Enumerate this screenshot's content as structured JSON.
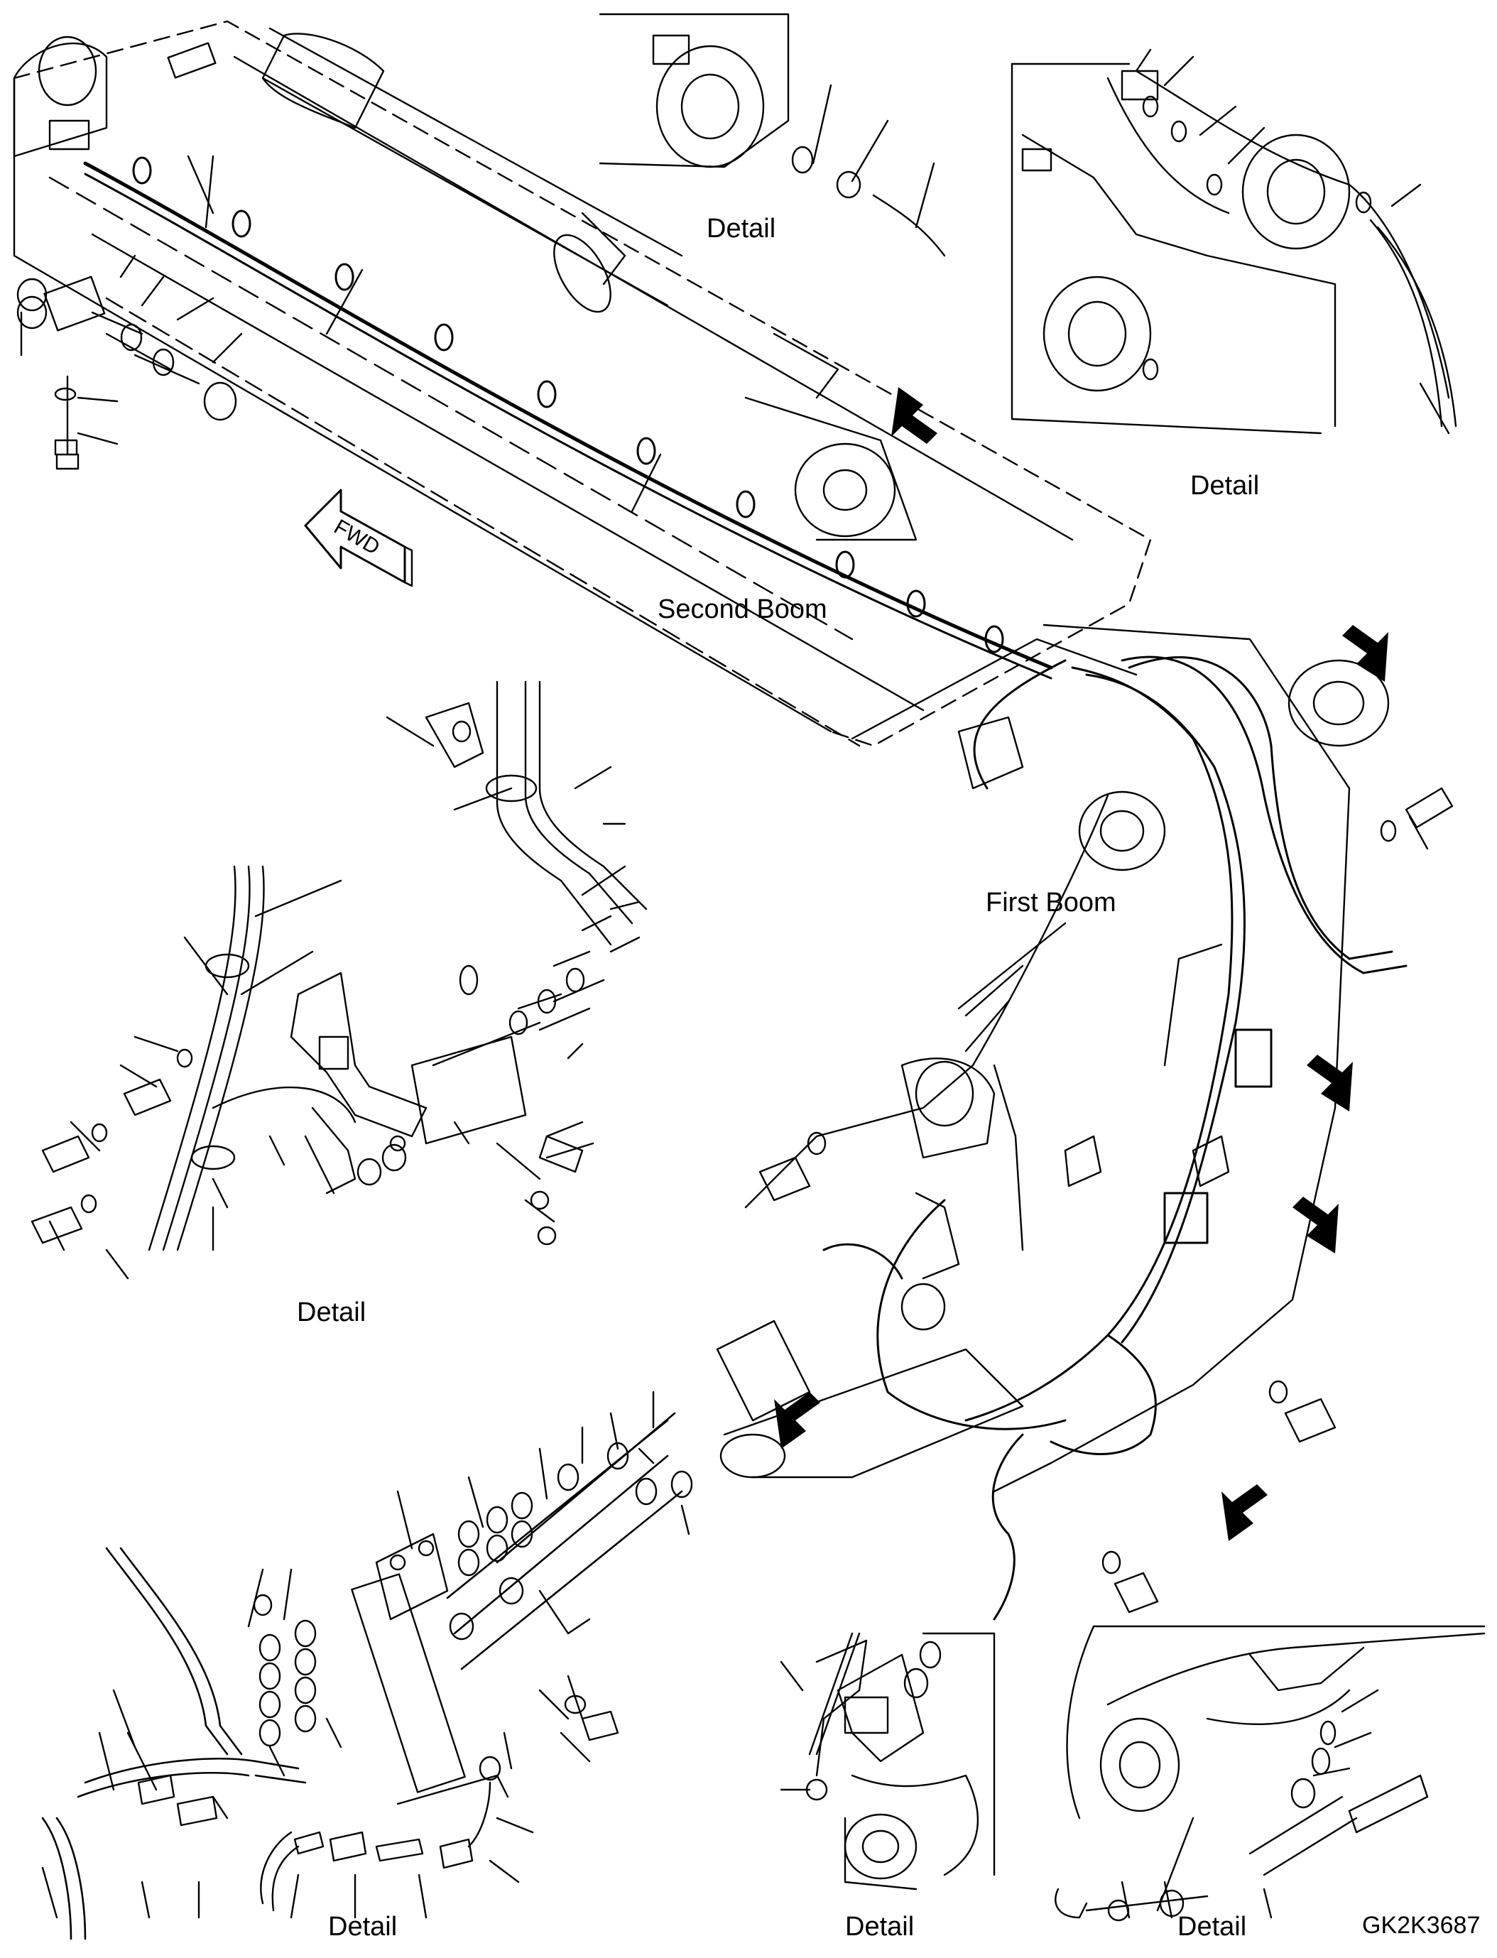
{
  "labels": {
    "detail_top_center": "Detail",
    "detail_top_right": "Detail",
    "second_boom": "Second Boom",
    "first_boom": "First Boom",
    "detail_mid_left": "Detail",
    "detail_bottom_left": "Detail",
    "detail_bottom_center": "Detail",
    "detail_bottom_right": "Detail",
    "drawing_code": "GK2K3687",
    "fwd": "FWD"
  },
  "colors": {
    "ink": "#000000",
    "paper": "#ffffff"
  }
}
